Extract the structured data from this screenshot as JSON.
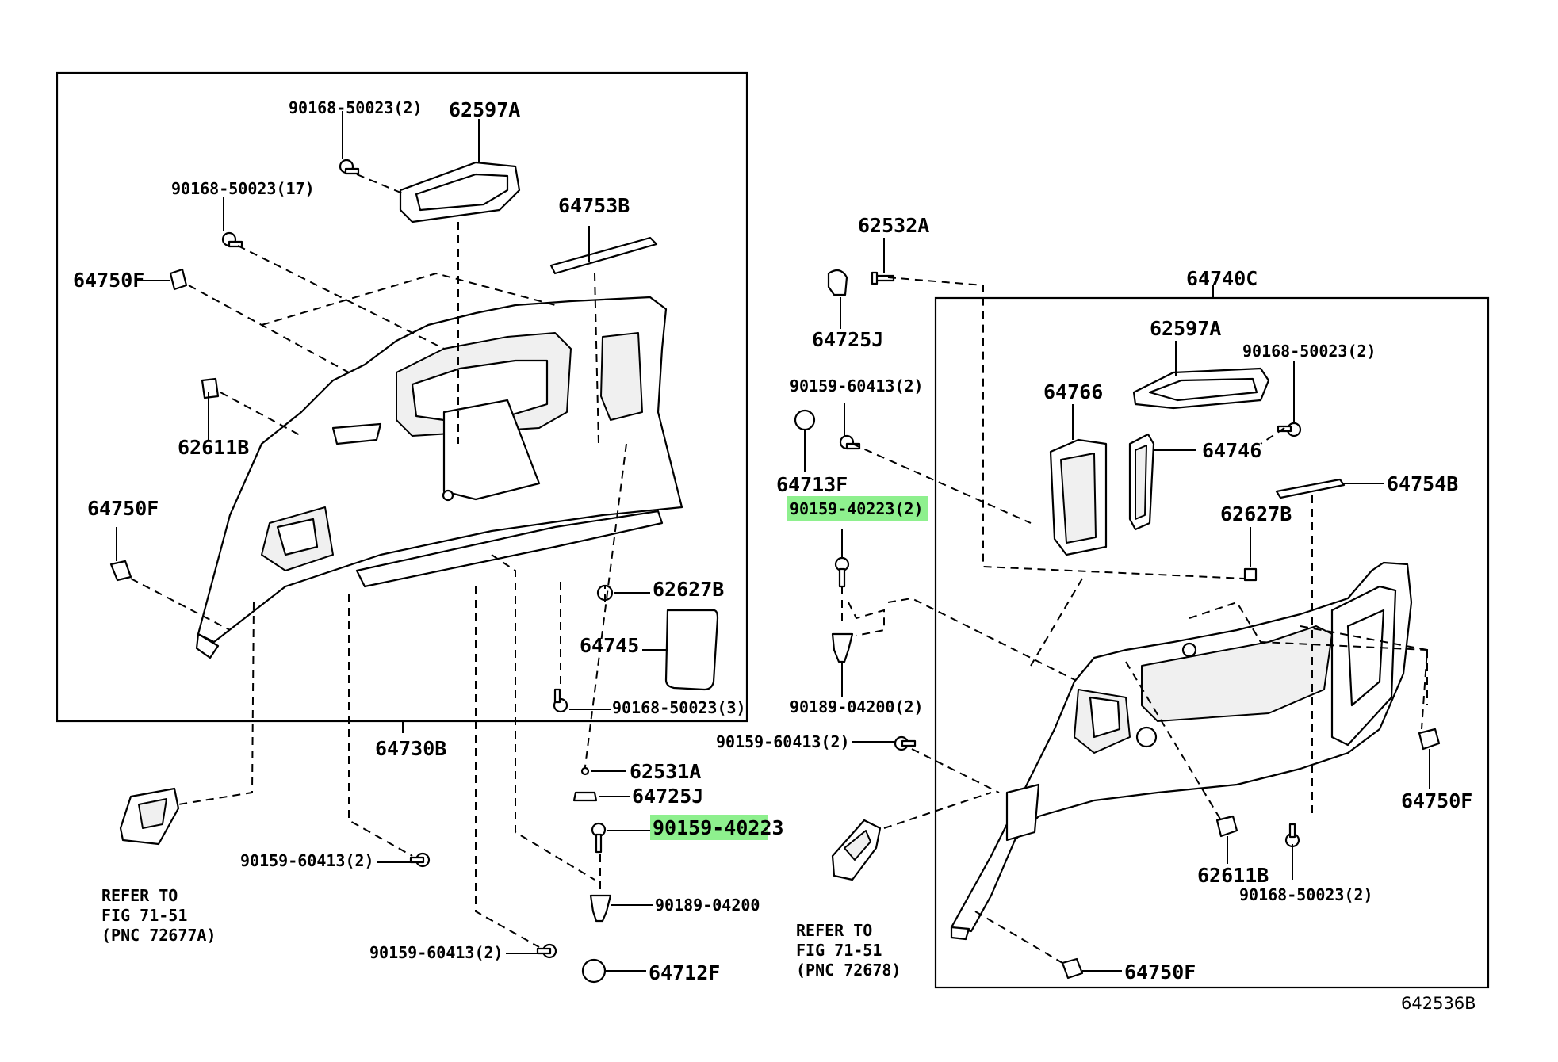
{
  "figure_id": "642536B",
  "highlight_color": "#8ef08e",
  "left_group": {
    "assembly": "64730B",
    "parts": {
      "p1": "90168-50023(2)",
      "p2": "62597A",
      "p3": "90168-50023(17)",
      "p4": "64753B",
      "p5": "64750F",
      "p6": "62611B",
      "p7": "64750F",
      "p8": "62627B",
      "p9": "64745",
      "p10": "90168-50023(3)"
    }
  },
  "middle_parts": {
    "p1": "62532A",
    "p2": "64725J",
    "p3": "90159-60413(2)",
    "p4": "64713F",
    "p5": "90159-40223(2)",
    "p6": "90189-04200(2)",
    "p7": "90159-60413(2)",
    "p8": "62531A",
    "p9": "64725J",
    "p10": "90159-40223",
    "p11": "90189-04200",
    "p12": "90159-60413(2)",
    "p13": "90159-60413(2)",
    "p14": "64712F"
  },
  "right_group": {
    "assembly": "64740C",
    "parts": {
      "p1": "62597A",
      "p2": "90168-50023(2)",
      "p3": "64766",
      "p4": "64746",
      "p5": "64754B",
      "p6": "62627B",
      "p7": "64750F",
      "p8": "62611B",
      "p9": "90168-50023(2)",
      "p10": "64750F"
    }
  },
  "notes": {
    "left": [
      "REFER TO",
      "FIG 71-51",
      "(PNC 72677A)"
    ],
    "right": [
      "REFER TO",
      "FIG 71-51",
      "(PNC 72678)"
    ]
  },
  "icons": [
    "screw-icon",
    "clip-icon",
    "grommet-icon",
    "trim-panel-icon",
    "tray-icon"
  ]
}
